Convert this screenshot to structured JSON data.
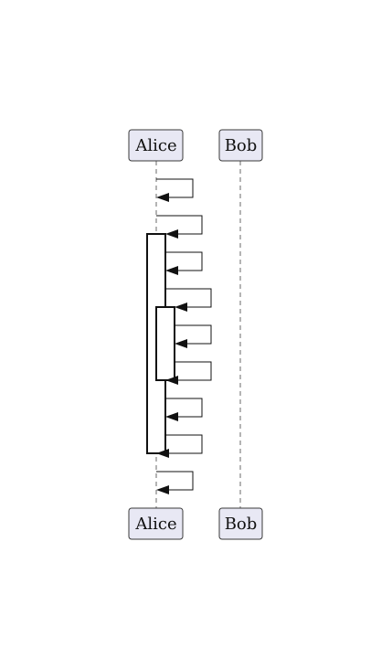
{
  "diagram": {
    "type": "sequence",
    "participants": [
      {
        "id": "alice",
        "top_label": "Alice",
        "bottom_label": "Alice"
      },
      {
        "id": "bob",
        "top_label": "Bob",
        "bottom_label": "Bob"
      }
    ],
    "messages": [
      {
        "index": 1,
        "from": "alice",
        "to": "alice",
        "label": ""
      },
      {
        "index": 2,
        "from": "alice",
        "to": "alice",
        "label": "",
        "activates": true
      },
      {
        "index": 3,
        "from": "alice",
        "to": "alice",
        "label": ""
      },
      {
        "index": 4,
        "from": "alice",
        "to": "alice",
        "label": "",
        "activates": true
      },
      {
        "index": 5,
        "from": "alice",
        "to": "alice",
        "label": ""
      },
      {
        "index": 6,
        "from": "alice",
        "to": "alice",
        "label": "",
        "deactivates": true
      },
      {
        "index": 7,
        "from": "alice",
        "to": "alice",
        "label": ""
      },
      {
        "index": 8,
        "from": "alice",
        "to": "alice",
        "label": "",
        "deactivates": true
      },
      {
        "index": 9,
        "from": "alice",
        "to": "alice",
        "label": ""
      }
    ],
    "activations": [
      {
        "participant": "alice",
        "depth": 1,
        "starts_after_message": 2,
        "ends_after_message": 8
      },
      {
        "participant": "alice",
        "depth": 2,
        "starts_after_message": 4,
        "ends_after_message": 6
      }
    ],
    "colors": {
      "participant_fill": "#e8e8f4",
      "participant_border": "#3a3a3a",
      "line": "#111111",
      "lifeline": "#6a6a6a"
    }
  }
}
